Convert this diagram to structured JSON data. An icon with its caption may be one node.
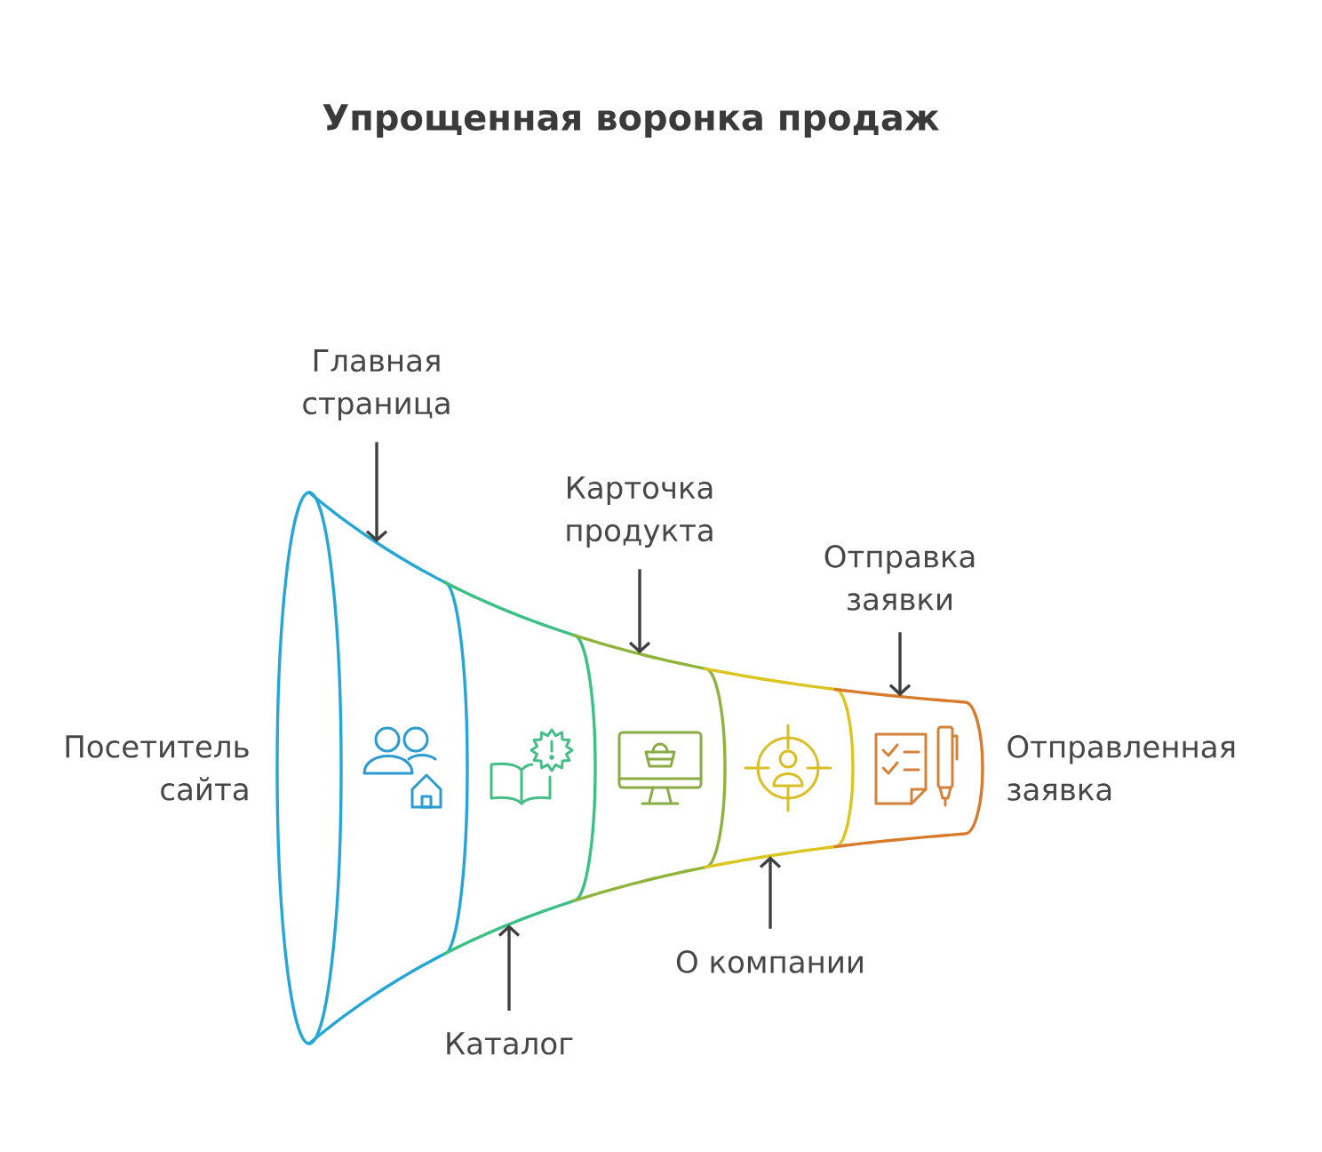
{
  "diagram": {
    "title": "Упрощенная воронка продаж",
    "nodes": [
      {
        "text": [
          "Главная страница"
        ]
      },
      {
        "text": [
          "Карточка продукта"
        ]
      },
      {
        "text": [
          "Отправка заявки"
        ]
      },
      {
        "text": [],
        "shape": "band"
      },
      {
        "text": [],
        "shape": "band"
      },
      {
        "text": [],
        "shape": "band"
      },
      {
        "text": [],
        "shape": "band"
      },
      {
        "text": [],
        "shape": "band"
      },
      {
        "text": [
          "О компании"
        ]
      },
      {
        "text": [
          "Каталог"
        ]
      }
    ],
    "edges": [
      {
        "from": 0,
        "to": 3,
        "arrow": "to"
      },
      {
        "from": 9,
        "to": 4,
        "arrow": "to"
      },
      {
        "from": 1,
        "to": 5,
        "arrow": "to"
      },
      {
        "from": 8,
        "to": 6,
        "arrow": "to"
      },
      {
        "from": 2,
        "to": 7,
        "arrow": "to"
      }
    ],
    "labels": [
      "Посетитель сайта",
      "Отправленная заявка"
    ]
  }
}
